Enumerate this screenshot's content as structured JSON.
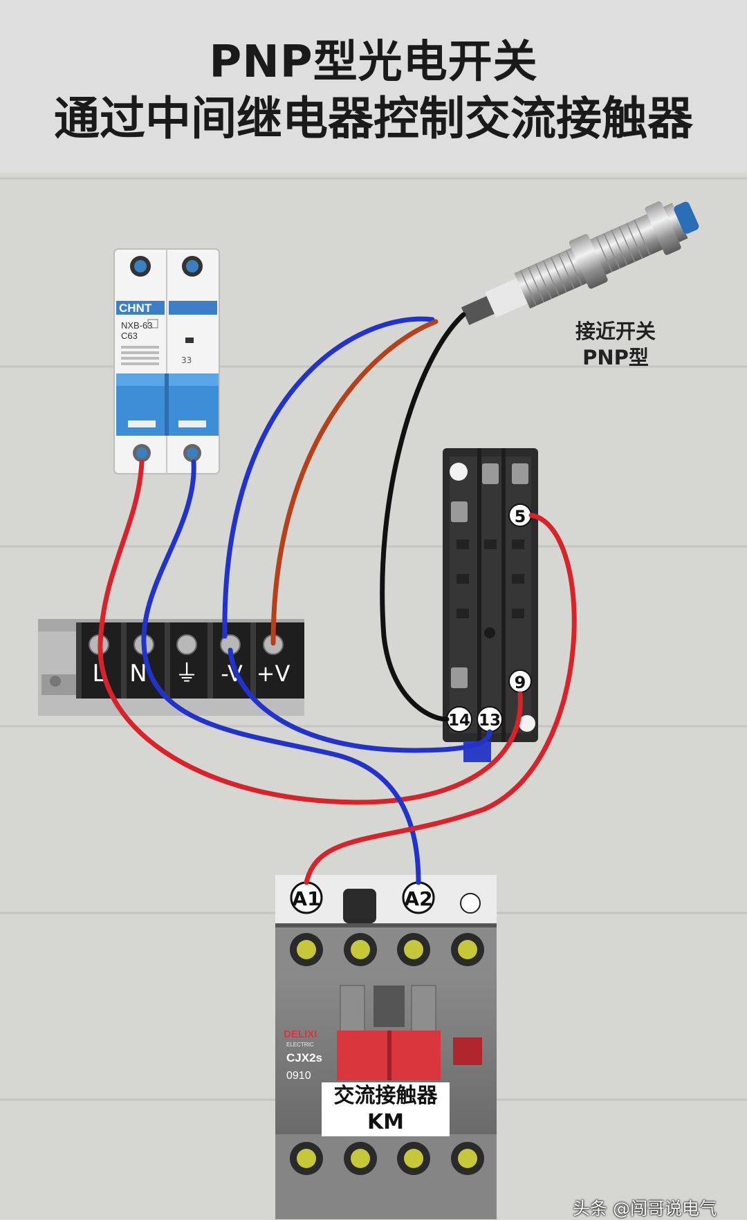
{
  "title": {
    "line1": "PNP型光电开关",
    "line2": "通过中间继电器控制交流接触器"
  },
  "breaker": {
    "brand": "CHNT",
    "model": "NXB-63",
    "rating": "C63"
  },
  "power_supply": {
    "terminals": [
      "L",
      "N",
      "⏚",
      "-V",
      "+V"
    ]
  },
  "proximity_switch": {
    "label_line1": "接近开关",
    "label_line2": "PNP型"
  },
  "relay_socket": {
    "terminals": [
      "5",
      "9",
      "14",
      "13"
    ]
  },
  "contactor": {
    "coil_terminals": [
      "A1",
      "A2"
    ],
    "brand": "DELIXI",
    "brand_sub": "ELECTRIC",
    "model": "CJX2s",
    "code": "0910",
    "label_line1": "交流接触器",
    "label_line2": "KM"
  },
  "wire_colors": {
    "red": "#d8232a",
    "blue": "#2233cc",
    "brown": "#b5401a",
    "black": "#111111"
  },
  "watermark": "头条 @闯哥说电气"
}
